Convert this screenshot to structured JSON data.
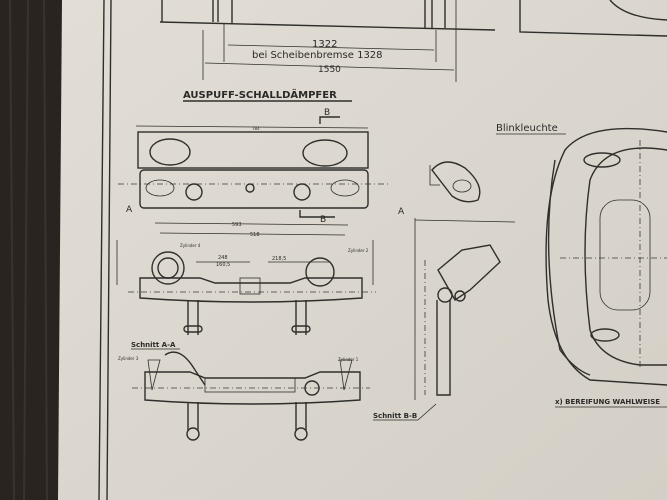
{
  "colors": {
    "paper": "#dedad2",
    "ink": "#2f2e2b",
    "wood": "#2a2420"
  },
  "top_dims": {
    "track": "1322",
    "disc_brake": "bei Scheibenbremse 1328",
    "overall": "1550"
  },
  "muffler": {
    "title": "AUSPUFF-SCHALLDÄMPFER",
    "section_b_top": "B",
    "section_b_bottom": "B",
    "section_a_left": "A",
    "section_a_right": "A",
    "dim_784": "784",
    "dim_593": "593",
    "dim_518": "518",
    "dim_248": "248",
    "dim_160": "160,5",
    "dim_218": "218,5",
    "cyl4": "Zylinder 4",
    "cyl2": "Zylinder 2",
    "section_aa": "Schnitt A-A",
    "cyl3": "Zylinder 3",
    "cyl1": "Zylinder 1"
  },
  "indicator": {
    "label": "Blinkleuchte",
    "section_bb": "Schnitt B-B"
  },
  "footnote": "x) BEREIFUNG  WAHLWEISE"
}
